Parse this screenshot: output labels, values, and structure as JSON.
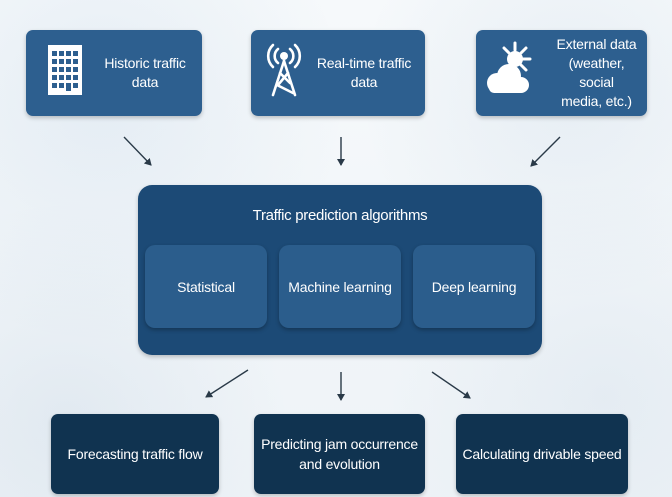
{
  "inputs": {
    "historic": {
      "label": "Historic traffic\ndata",
      "icon": "building-icon"
    },
    "realtime": {
      "label": "Real-time traffic\ndata",
      "icon": "radio-tower-icon"
    },
    "external": {
      "label": "External data\n(weather, social\nmedia, etc.)",
      "icon": "sun-cloud-icon"
    }
  },
  "central": {
    "title": "Traffic prediction algorithms",
    "algorithms": [
      "Statistical",
      "Machine learning",
      "Deep learning"
    ]
  },
  "outputs": {
    "forecast": "Forecasting traffic flow",
    "jam": "Predicting jam occurrence\nand evolution",
    "speed": "Calculating drivable speed"
  },
  "colors": {
    "input_box": "#2d5f8f",
    "central_box": "#1c4a76",
    "algorithm_box": "#2b5d8c",
    "output_box": "#103350",
    "arrow": "#2a3a48"
  }
}
